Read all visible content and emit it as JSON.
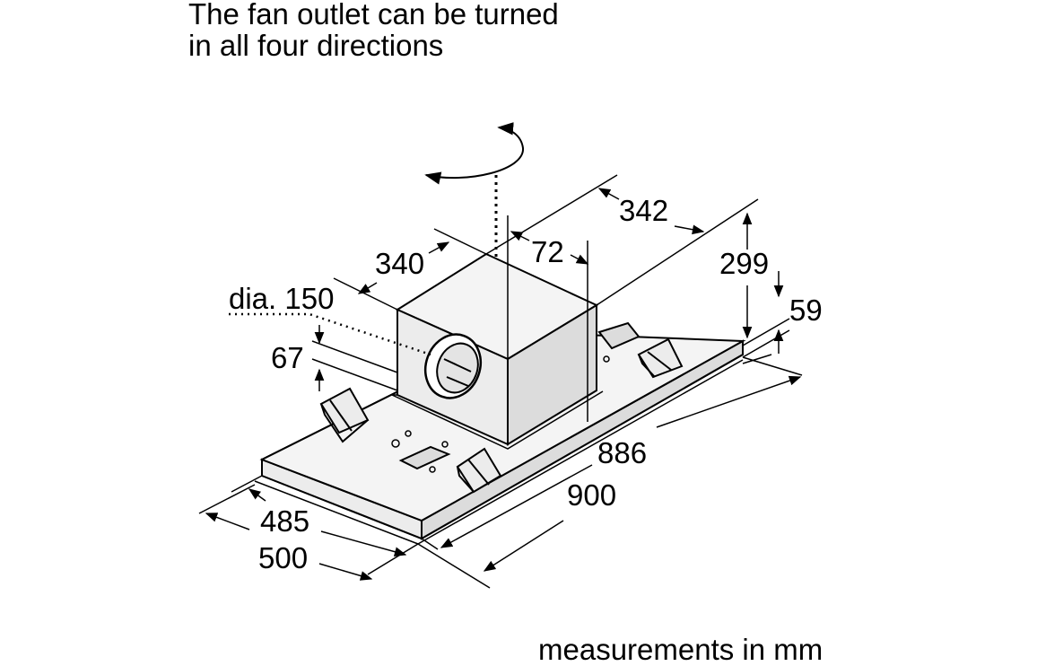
{
  "caption": {
    "line1": "The fan outlet can be turned",
    "line2": "in all four directions"
  },
  "dimensions": {
    "d342": "342",
    "d72": "72",
    "d340": "340",
    "d299": "299",
    "d59": "59",
    "dia": "dia. 150",
    "d67": "67",
    "d886": "886",
    "d900": "900",
    "d485": "485",
    "d500": "500"
  },
  "footer": "measurements in mm"
}
